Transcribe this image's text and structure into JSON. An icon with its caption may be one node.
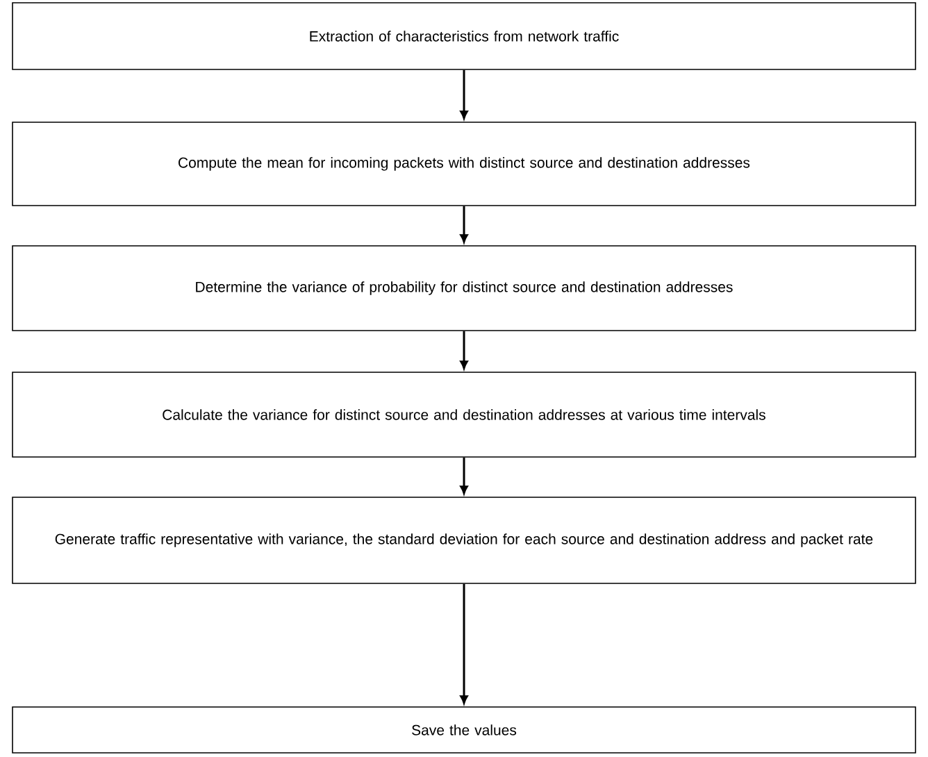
{
  "diagram": {
    "nodes": [
      {
        "text": [
          "Extraction of characteristics from network traffic"
        ]
      },
      {
        "text": [
          "Compute the mean for incoming packets with distinct source and destination addresses"
        ]
      },
      {
        "text": [
          "Determine the variance of probability for distinct source and destination addresses"
        ]
      },
      {
        "text": [
          "Calculate the variance for distinct source and destination addresses at various time intervals"
        ]
      },
      {
        "text": [
          "Generate traffic representative with variance, the standard deviation for each source and destination address and packet rate"
        ]
      },
      {
        "text": [
          "Save the values"
        ]
      }
    ],
    "edges": [
      {
        "from": 0,
        "to": 1,
        "arrow": "to"
      },
      {
        "from": 1,
        "to": 2,
        "arrow": "to"
      },
      {
        "from": 2,
        "to": 3,
        "arrow": "to"
      },
      {
        "from": 3,
        "to": 4,
        "arrow": "to"
      },
      {
        "from": 4,
        "to": 5,
        "arrow": "to"
      }
    ]
  }
}
